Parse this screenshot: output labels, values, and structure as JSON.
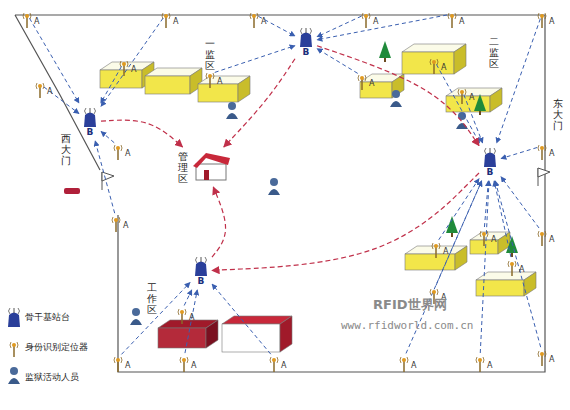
{
  "diagram": {
    "nodes": [
      {
        "text": [
          "B"
        ]
      },
      {
        "text": [
          "B"
        ]
      },
      {
        "text": [
          "管理区"
        ]
      },
      {
        "text": [
          "B"
        ]
      },
      {
        "text": [
          "B"
        ]
      }
    ],
    "edges": [
      {
        "from": 1,
        "to": 2,
        "arrow": "to"
      },
      {
        "from": 0,
        "to": 2,
        "arrow": "to"
      },
      {
        "from": 0,
        "to": 3,
        "arrow": "to"
      },
      {
        "from": 3,
        "to": 4,
        "arrow": "to"
      },
      {
        "from": 4,
        "to": 2,
        "arrow": "to"
      }
    ],
    "labels": [
      "一监区",
      "二监区",
      "工作区",
      "西大门",
      "东大门",
      "A",
      "A",
      "A",
      "A",
      "A",
      "A",
      "A",
      "A",
      "A",
      "A",
      "A",
      "A",
      "A",
      "A",
      "A",
      "A",
      "A",
      "A",
      "A",
      "A",
      "A",
      "A",
      "A",
      "A",
      "A",
      "A",
      "A",
      "RFID世界网",
      "www.rfidworld.com.cn"
    ],
    "legend": [
      {
        "text": "骨干基站台"
      },
      {
        "text": "身份识别定位器"
      },
      {
        "text": "监狱活动人员"
      }
    ]
  }
}
